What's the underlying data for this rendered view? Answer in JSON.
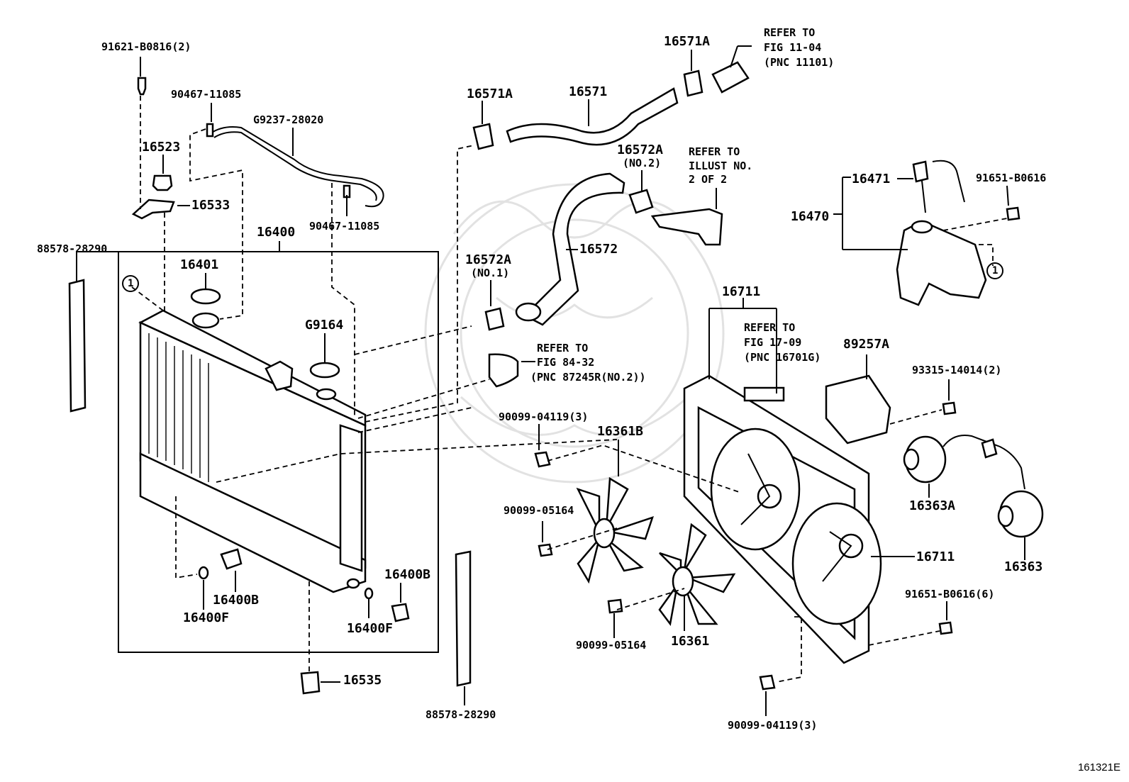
{
  "diagram": {
    "labels": {
      "p91621_b0816": "91621-B0816(2)",
      "p90467_11085_a": "90467-11085",
      "pG9237_28020": "G9237-28020",
      "p16523": "16523",
      "p16533": "16533",
      "p90467_11085_b": "90467-11085",
      "p88578_28290_a": "88578-28290",
      "p16400": "16400",
      "p16401": "16401",
      "pG9164": "G9164",
      "p16400B_a": "16400B",
      "p16400F_a": "16400F",
      "p16400B_b": "16400B",
      "p16400F_b": "16400F",
      "p16535": "16535",
      "p88578_28290_b": "88578-28290",
      "p16571A_a": "16571A",
      "p16571": "16571",
      "p16571A_b": "16571A",
      "ref_11_04_line1": "REFER TO",
      "ref_11_04_line2": "FIG 11-04",
      "ref_11_04_line3": "(PNC 11101)",
      "p16572A_no2": "16572A",
      "no2": "(NO.2)",
      "ref_illust_line1": "REFER TO",
      "ref_illust_line2": "ILLUST NO.",
      "ref_illust_line3": "2 OF 2",
      "p16572": "16572",
      "p16572A_no1": "16572A",
      "no1": "(NO.1)",
      "ref_84_32_line1": "REFER TO",
      "ref_84_32_line2": "FIG 84-32",
      "ref_84_32_line3": "(PNC 87245R(NO.2))",
      "p90099_04119_a": "90099-04119(3)",
      "p16361B": "16361B",
      "p90099_05164_a": "90099-05164",
      "p90099_05164_b": "90099-05164",
      "p16361": "16361",
      "p90099_04119_b": "90099-04119(3)",
      "p16711_top": "16711",
      "ref_17_09_line1": "REFER TO",
      "ref_17_09_line2": "FIG 17-09",
      "ref_17_09_line3": "(PNC 16701G)",
      "p89257A": "89257A",
      "p93315_14014": "93315-14014(2)",
      "p16363A": "16363A",
      "p16363": "16363",
      "p16711_side": "16711",
      "p91651_b0616_6": "91651-B0616(6)",
      "p16471": "16471",
      "p16470": "16470",
      "p91651_b0616": "91651-B0616",
      "circle_1a": "1",
      "circle_1b": "1"
    },
    "illustration_code": "161321E"
  }
}
